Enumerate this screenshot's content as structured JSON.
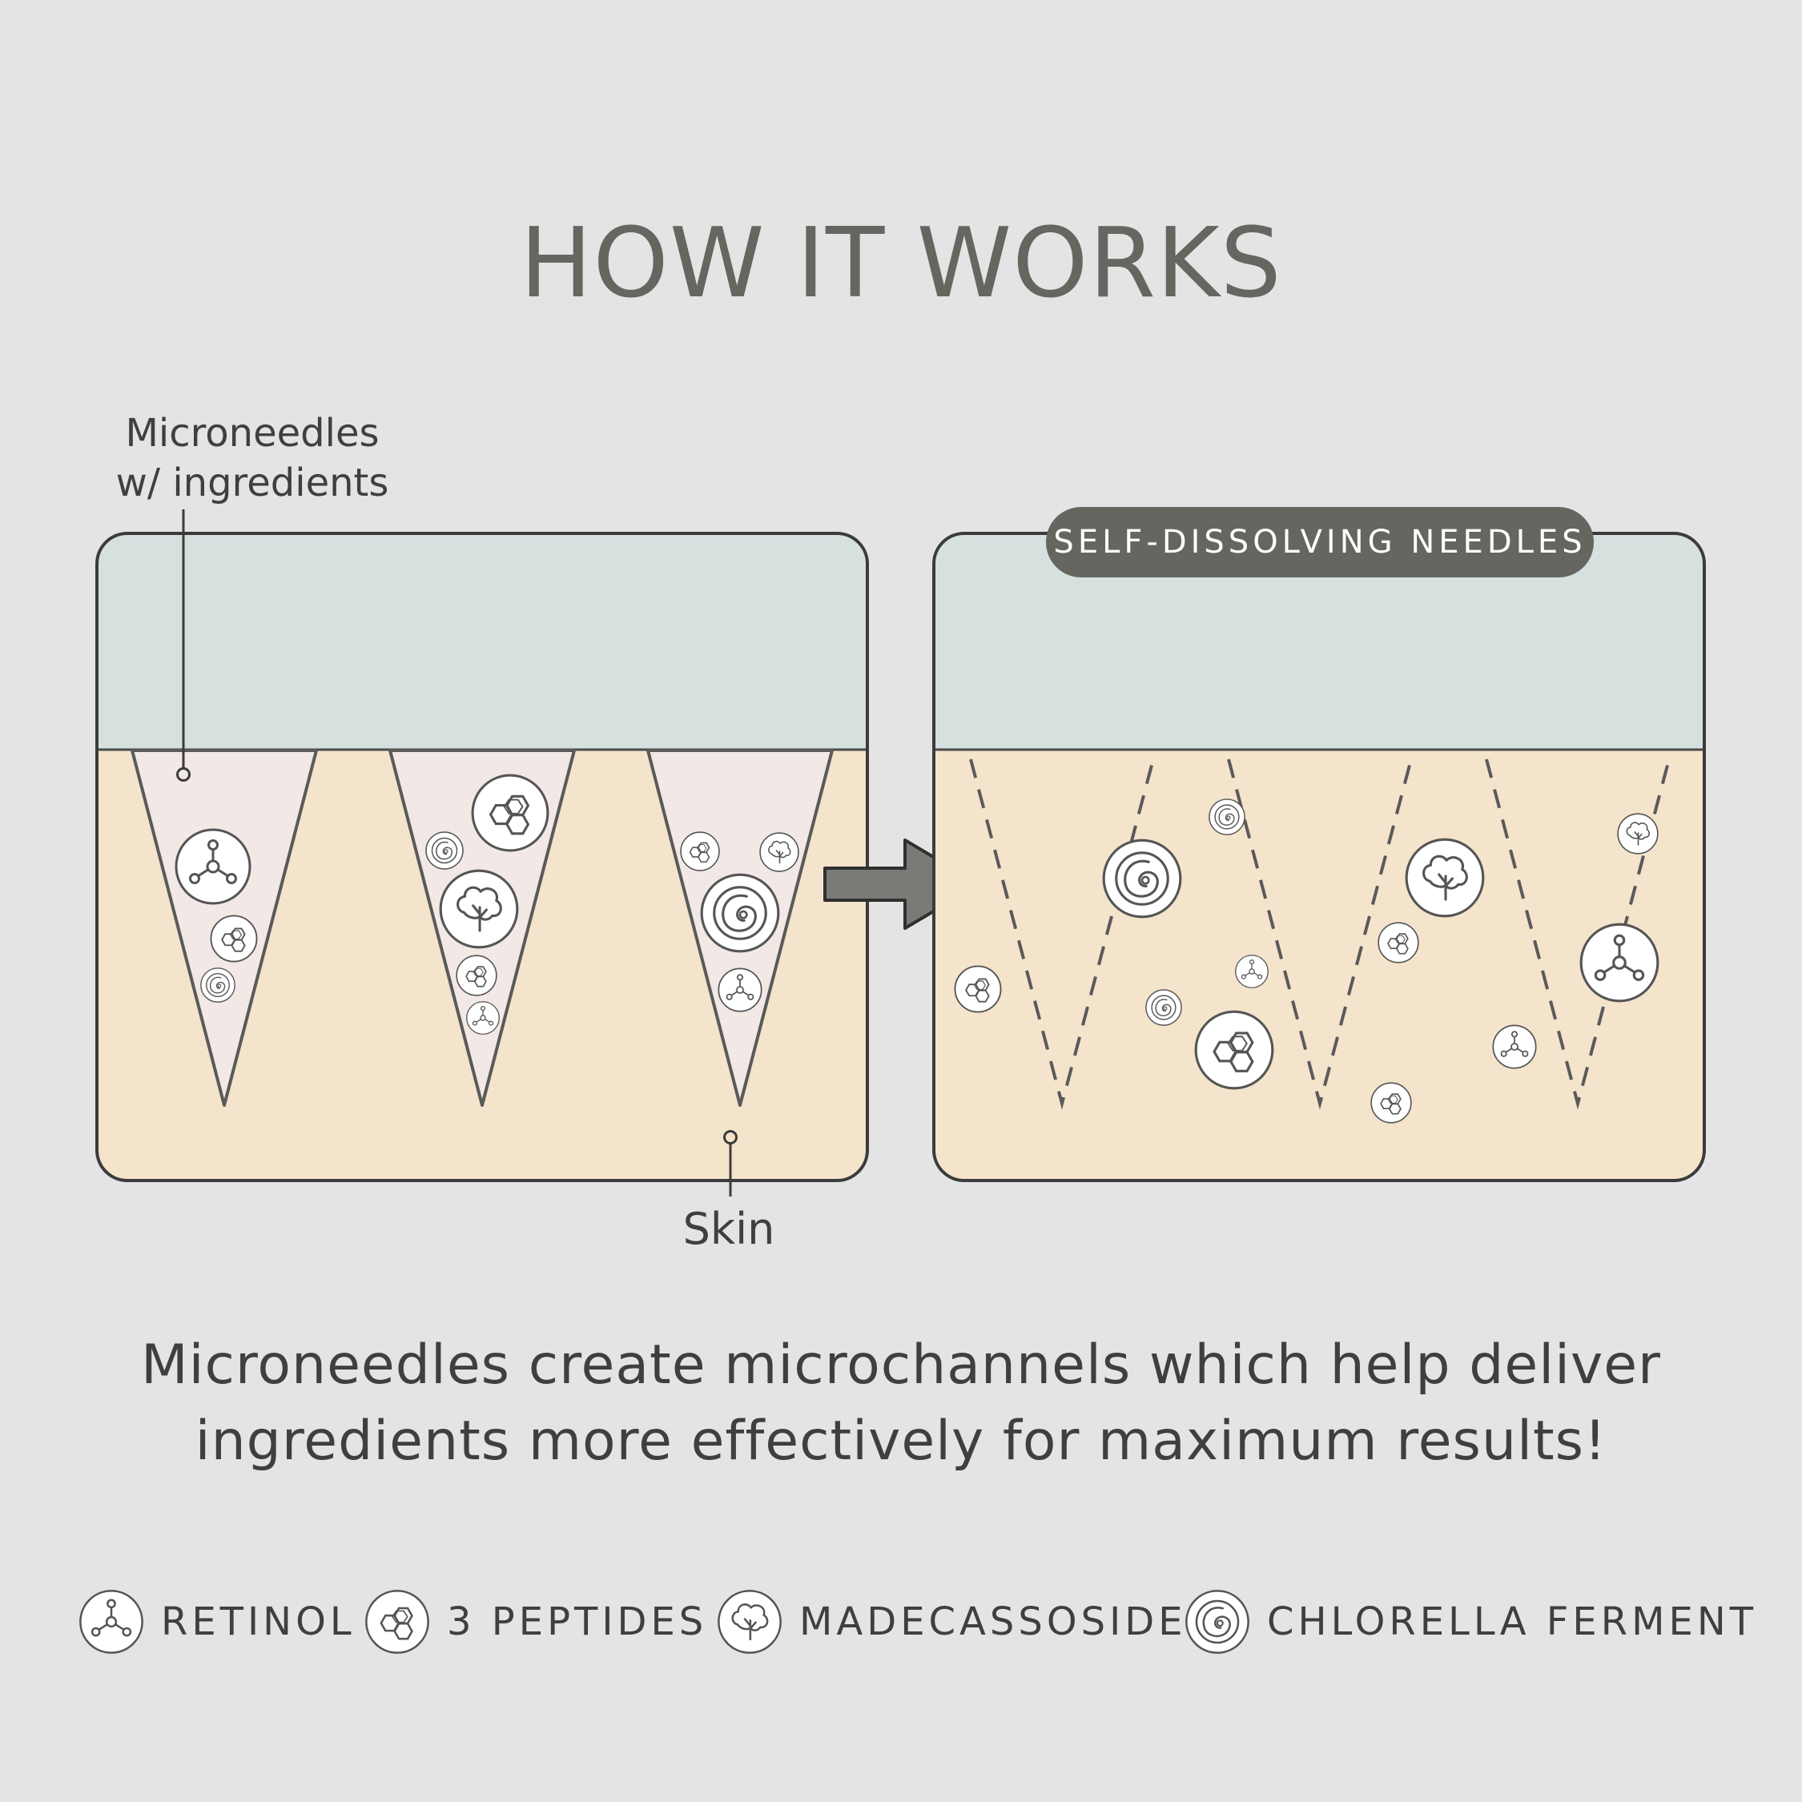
{
  "title": "HOW IT WORKS",
  "labels": {
    "microneedles_line1": "Microneedles",
    "microneedles_line2": "w/ ingredients",
    "skin": "Skin",
    "badge": "SELF-DISSOLVING NEEDLES"
  },
  "description": {
    "line1": "Microneedles create microchannels which help deliver",
    "line2": "ingredients more effectively for maximum results!"
  },
  "legend": [
    {
      "label": "RETINOL",
      "icon": "retinol-icon"
    },
    {
      "label": "3 PEPTIDES",
      "icon": "peptides-icon"
    },
    {
      "label": "MADECASSOSIDE",
      "icon": "madecassoside-icon"
    },
    {
      "label": "CHLORELLA FERMENT",
      "icon": "chlorella-icon"
    }
  ],
  "colors": {
    "background": "#e4e4e4",
    "title": "#656660",
    "patch_top": "#d5e0df",
    "skin": "#f4e4cb",
    "needle": "#f2e8e5",
    "outline": "#3b3b3b",
    "badge": "#656660",
    "arrow": "#7a7a76"
  }
}
